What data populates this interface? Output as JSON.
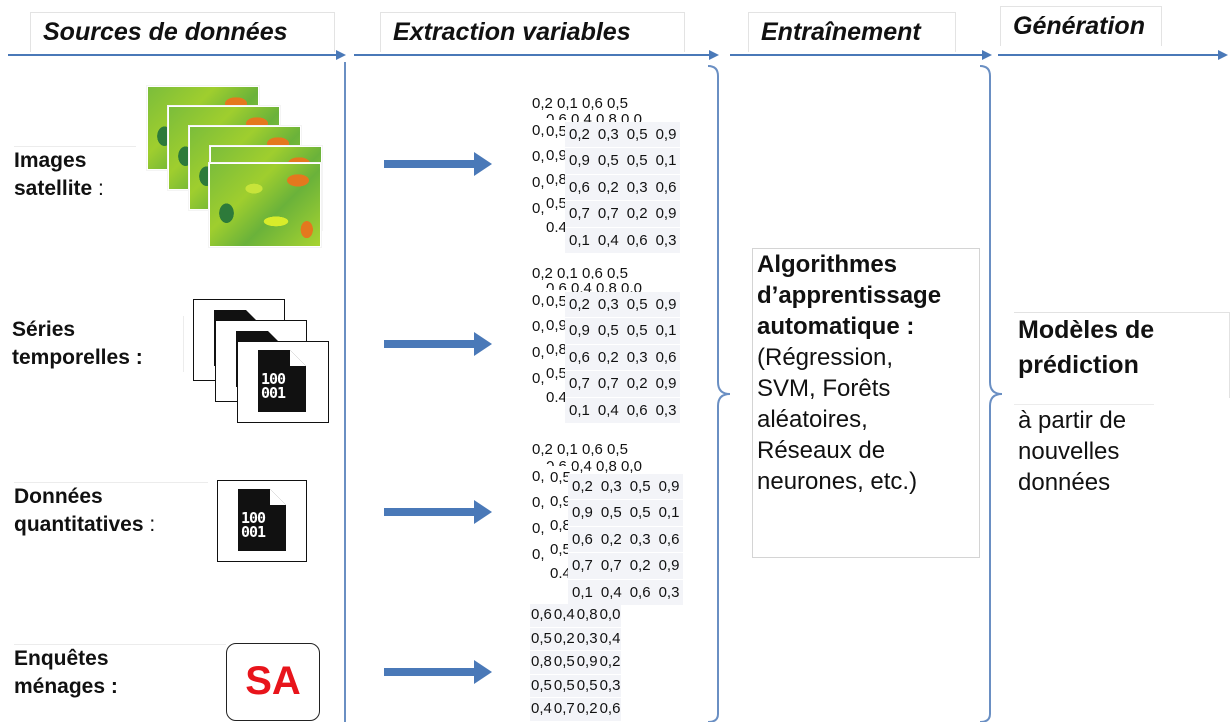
{
  "header": {
    "columns": [
      "Sources de données",
      "Extraction variables",
      "Entraînement",
      "Génération"
    ]
  },
  "sources": [
    {
      "line1": "Images",
      "line2": "satellite",
      "colon": " :"
    },
    {
      "line1": "Séries",
      "line2": "temporelles :",
      "colon": ""
    },
    {
      "line1": "Données",
      "line2": "quantitatives",
      "colon": " :"
    },
    {
      "line1": "Enquêtes",
      "line2": "ménages :",
      "colon": ""
    }
  ],
  "icons": {
    "file_glyph_top": "100",
    "file_glyph_bottom": "001",
    "survey_badge": "SA"
  },
  "tables": {
    "back_row1": "0,2  0,1  0,6  0,5",
    "back_row2": "0,6  0,4  0,8  0,0",
    "back_col": [
      "0,",
      "0,",
      "0,",
      "0,"
    ],
    "mid_col": [
      "0,5",
      "0,9",
      "0,8",
      "0,5",
      "0,4"
    ],
    "front": [
      [
        "0,2",
        "0,3",
        "0,5",
        "0,9"
      ],
      [
        "0,9",
        "0,5",
        "0,5",
        "0,1"
      ],
      [
        "0,6",
        "0,2",
        "0,3",
        "0,6"
      ],
      [
        "0,7",
        "0,7",
        "0,2",
        "0,9"
      ],
      [
        "0,1",
        "0,4",
        "0,6",
        "0,3"
      ]
    ],
    "survey": [
      [
        "0,6",
        "0,4",
        "0,8",
        "0,0"
      ],
      [
        "0,5",
        "0,2",
        "0,3",
        "0,4"
      ],
      [
        "0,8",
        "0,5",
        "0,9",
        "0,2"
      ],
      [
        "0,5",
        "0,5",
        "0,5",
        "0,3"
      ],
      [
        "0,4",
        "0,7",
        "0,2",
        "0,6"
      ]
    ]
  },
  "training": {
    "title_lines": [
      "Algorithmes",
      "d’apprentissage",
      "automatique :"
    ],
    "detail_lines": [
      "(Régression,",
      "SVM, Forêts",
      "aléatoires,",
      "Réseaux de",
      "neurones, etc.)"
    ]
  },
  "generation": {
    "title_lines": [
      "Modèles de",
      "prédiction"
    ],
    "detail_lines": [
      "à partir de",
      "nouvelles",
      "données"
    ]
  },
  "colors": {
    "arrow": "#4a79b8",
    "divider": "#6a8fc3",
    "badge_red": "#e8141b"
  }
}
